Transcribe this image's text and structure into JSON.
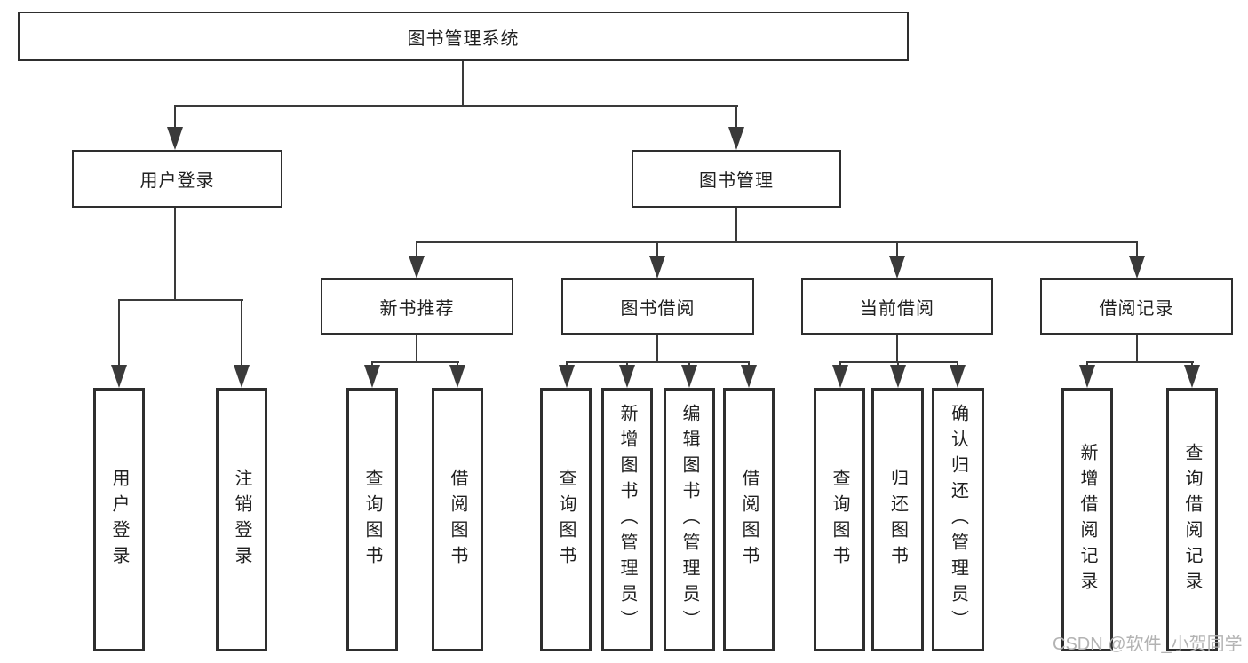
{
  "tree": {
    "label": "图书管理系统",
    "children": [
      {
        "label": "用户登录",
        "children": [
          {
            "label": "用户登录"
          },
          {
            "label": "注销登录"
          }
        ]
      },
      {
        "label": "图书管理",
        "children": [
          {
            "label": "新书推荐",
            "children": [
              {
                "label": "查询图书"
              },
              {
                "label": "借阅图书"
              }
            ]
          },
          {
            "label": "图书借阅",
            "children": [
              {
                "label": "查询图书"
              },
              {
                "label": "新增图书（管理员）"
              },
              {
                "label": "编辑图书（管理员）"
              },
              {
                "label": "借阅图书"
              }
            ]
          },
          {
            "label": "当前借阅",
            "children": [
              {
                "label": "查询图书"
              },
              {
                "label": "归还图书"
              },
              {
                "label": "确认归还（管理员）"
              }
            ]
          },
          {
            "label": "借阅记录",
            "children": [
              {
                "label": "新增借阅记录"
              },
              {
                "label": "查询借阅记录"
              }
            ]
          }
        ]
      }
    ]
  },
  "watermark": {
    "text": "CSDN @软件_小贺同学"
  },
  "colors": {
    "line": "#3a3a3a",
    "box_border": "#2e2e2e",
    "text": "#1f1f1f",
    "watermark": "#b3b3b3",
    "background": "#ffffff"
  }
}
